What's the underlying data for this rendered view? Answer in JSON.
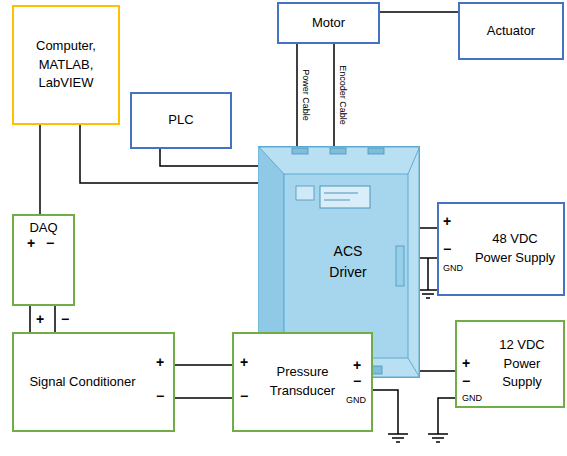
{
  "diagram": {
    "nodes": [
      {
        "text": [
          "Computer, MATLAB, LabVIEW"
        ]
      },
      {
        "text": [
          "Motor"
        ]
      },
      {
        "text": [
          "Actuator"
        ]
      },
      {
        "text": [
          "PLC"
        ]
      },
      {
        "text": [
          "ACS Driver"
        ]
      },
      {
        "text": [
          "48 VDC Power Supply"
        ]
      },
      {
        "text": [
          "DAQ"
        ]
      },
      {
        "text": [
          "Signal Conditioner"
        ]
      },
      {
        "text": [
          "Pressure Transducer"
        ]
      },
      {
        "text": [
          "12 VDC Power Supply"
        ]
      }
    ],
    "edges": [
      {
        "from": 0,
        "to": 6,
        "arrow": "none"
      },
      {
        "from": 0,
        "to": 4,
        "arrow": "none"
      },
      {
        "from": 3,
        "to": 4,
        "arrow": "none"
      },
      {
        "from": 1,
        "to": 2,
        "arrow": "none"
      },
      {
        "from": 1,
        "to": 4,
        "label": "Power Cable",
        "arrow": "none"
      },
      {
        "from": 1,
        "to": 4,
        "label": "Encoder Cable",
        "arrow": "none"
      },
      {
        "from": 4,
        "to": 5,
        "arrow": "none"
      },
      {
        "from": 4,
        "to": 5,
        "arrow": "none"
      },
      {
        "from": 6,
        "to": 7,
        "arrow": "none"
      },
      {
        "from": 6,
        "to": 7,
        "arrow": "none"
      },
      {
        "from": 7,
        "to": 8,
        "arrow": "none"
      },
      {
        "from": 7,
        "to": 8,
        "arrow": "none"
      },
      {
        "from": 8,
        "to": 9,
        "arrow": "none"
      }
    ],
    "labels": [
      "+",
      "−",
      "+",
      "−",
      "+",
      "−",
      "+",
      "−",
      "+",
      "−",
      "GND",
      "+",
      "−",
      "GND",
      "+",
      "−",
      "GND"
    ]
  }
}
